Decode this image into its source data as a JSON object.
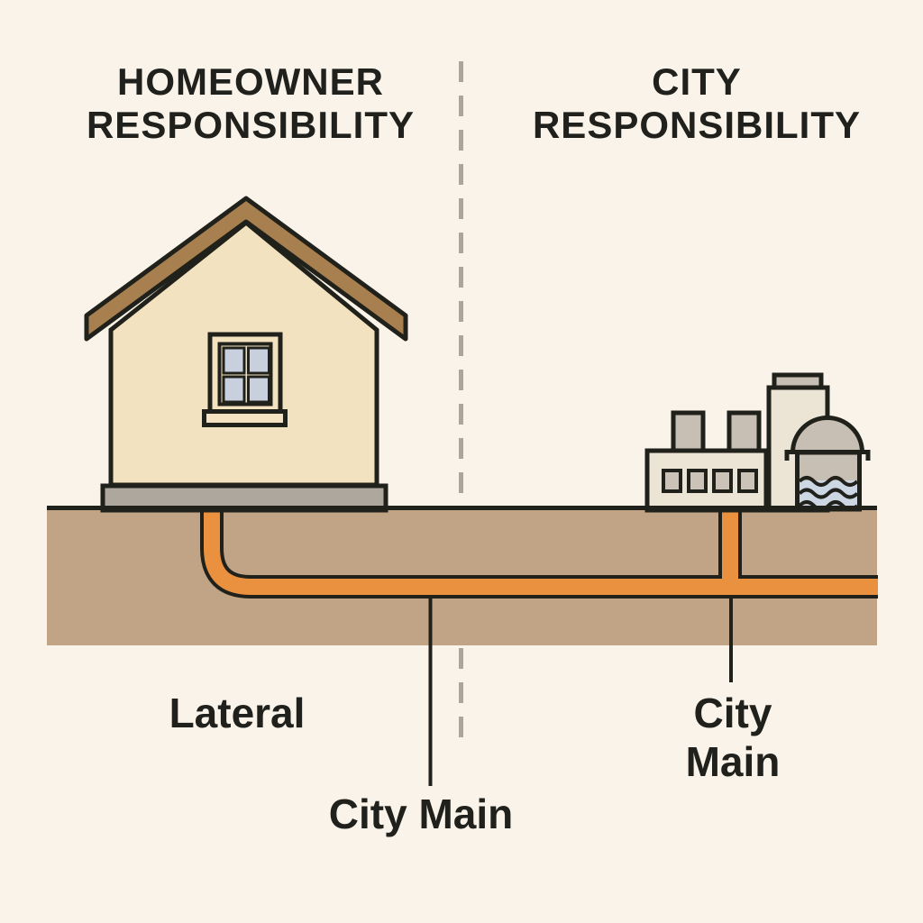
{
  "title": "Sewer line responsibility diagram",
  "headers": {
    "left": {
      "lines": [
        "HOMEOWNER",
        "RESPONSIBILITY"
      ]
    },
    "right": {
      "lines": [
        "CITY",
        "RESPONSIBILITY"
      ]
    }
  },
  "labels": {
    "lateral": "Lateral",
    "city_main_left": "City Main",
    "city_main_right": {
      "lines": [
        "City",
        "Main"
      ]
    }
  },
  "icons": {
    "house": "house-icon",
    "treatment_plant": "factory-icon",
    "divider": "dashed-divider-line",
    "pipes": "sewer-pipe-shape"
  },
  "colors": {
    "bg": "#f9f3e9",
    "ink": "#20211a",
    "text": "#20211c",
    "dash": "#a9a69a",
    "ground": "#c1a386",
    "pipe": "#e9913e",
    "wall": "#f3e2bf",
    "roof": "#a8804f",
    "foundation": "#ada79d",
    "pane": "#c9d0dd",
    "factory_beige": "#ece4d5",
    "factory_grey": "#c7bfb4",
    "factory_window": "#cbc3b8",
    "water": "#cdd6e3"
  }
}
